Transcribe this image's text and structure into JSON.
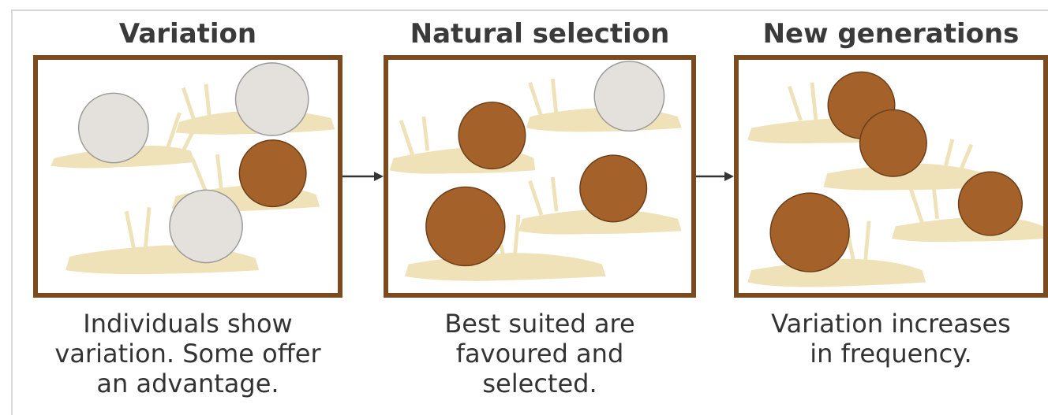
{
  "stages": [
    {
      "title": "Variation",
      "caption": [
        "Individuals show",
        "variation. Some offer",
        "an advantage."
      ]
    },
    {
      "title": "Natural selection",
      "caption": [
        "Best suited are",
        "favoured and",
        "selected."
      ]
    },
    {
      "title": "New generations",
      "caption": [
        "Variation increases",
        "in frequency."
      ]
    }
  ],
  "colors": {
    "panel_border": "#7a4b1e",
    "snail_body": "#efe1b8",
    "shell_brown": "#a4622a",
    "shell_pale": "#e4e0dc",
    "arrow": "#333333"
  }
}
